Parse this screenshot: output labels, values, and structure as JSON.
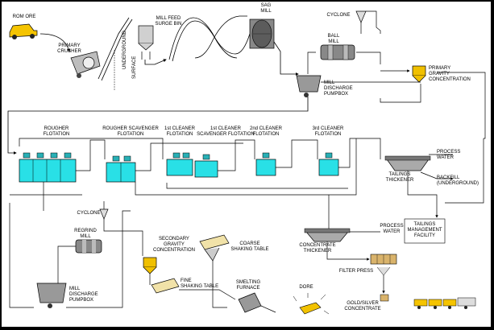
{
  "labels": {
    "rom_ore": "ROM ORE",
    "primary_crusher": "PRIMARY\nCRUSHER",
    "mill_feed_surge_bin": "MILL FEED\nSURGE BIN",
    "underground": "UNDERGROUND",
    "surface": "SURFACE",
    "sag_mill": "SAG\nMILL",
    "cyclone_top": "CYCLONE",
    "ball_mill": "BALL\nMILL",
    "primary_gravity": "PRIMARY\nGRAVITY\nCONCENTRATION",
    "mill_discharge_pumpbox": "MILL\nDISCHARGE\nPUMPBOX",
    "rougher_flotation": "ROUGHER\nFLOTATION",
    "rougher_scavenger": "ROUGHER SCAVENGER\nFLOTATION",
    "first_cleaner": "1st CLEANER\nFLOTATION",
    "first_cleaner_scavenger": "1st CLEANER\nSCAVENGER FLOTATION",
    "second_cleaner": "2nd CLEANER\nFLOTATION",
    "third_cleaner": "3rd CLEANER\nFLOTATION",
    "process_water_top": "PROCESS\nWATER",
    "tailings_thickener": "TAILINGS\nTHICKENER",
    "backfill": "BACKFILL\n(UNDERGROUND)",
    "cyclone_mid": "CYCLONE",
    "regrind_mill": "REGRIND\nMILL",
    "secondary_gravity": "SECONDARY\nGRAVITY\nCONCENTRATION",
    "coarse_shaking_table": "COARSE\nSHAKING TABLE",
    "process_water_mid": "PROCESS\nWATER",
    "tailings_management": "TAILINGS\nMANAGEMENT\nFACILITY",
    "concentrate_thickener": "CONCENTRATE\nTHICKENER",
    "filter_press": "FILTER PRESS",
    "mill_discharge_pumpbox_2": "MILL\nDISCHARGE\nPUMPBOX",
    "fine_shaking_table": "FINE\nSHAKING TABLE",
    "smelting_furnace": "SMELTING\nFURNACE",
    "dore": "DORE",
    "gold_silver_concentrate": "GOLD/SILVER\nCONCENTRATE"
  },
  "colors": {
    "line": "#000000",
    "equipment_fill": "#d8d8d8",
    "equipment_dark": "#6e6e6e",
    "flotation_water": "#29e0e6",
    "truck_yellow": "#f5c400",
    "gravity_yellow": "#f0c000",
    "dore_gold": "#f2c200",
    "concentrate_tan": "#d9b36b"
  }
}
